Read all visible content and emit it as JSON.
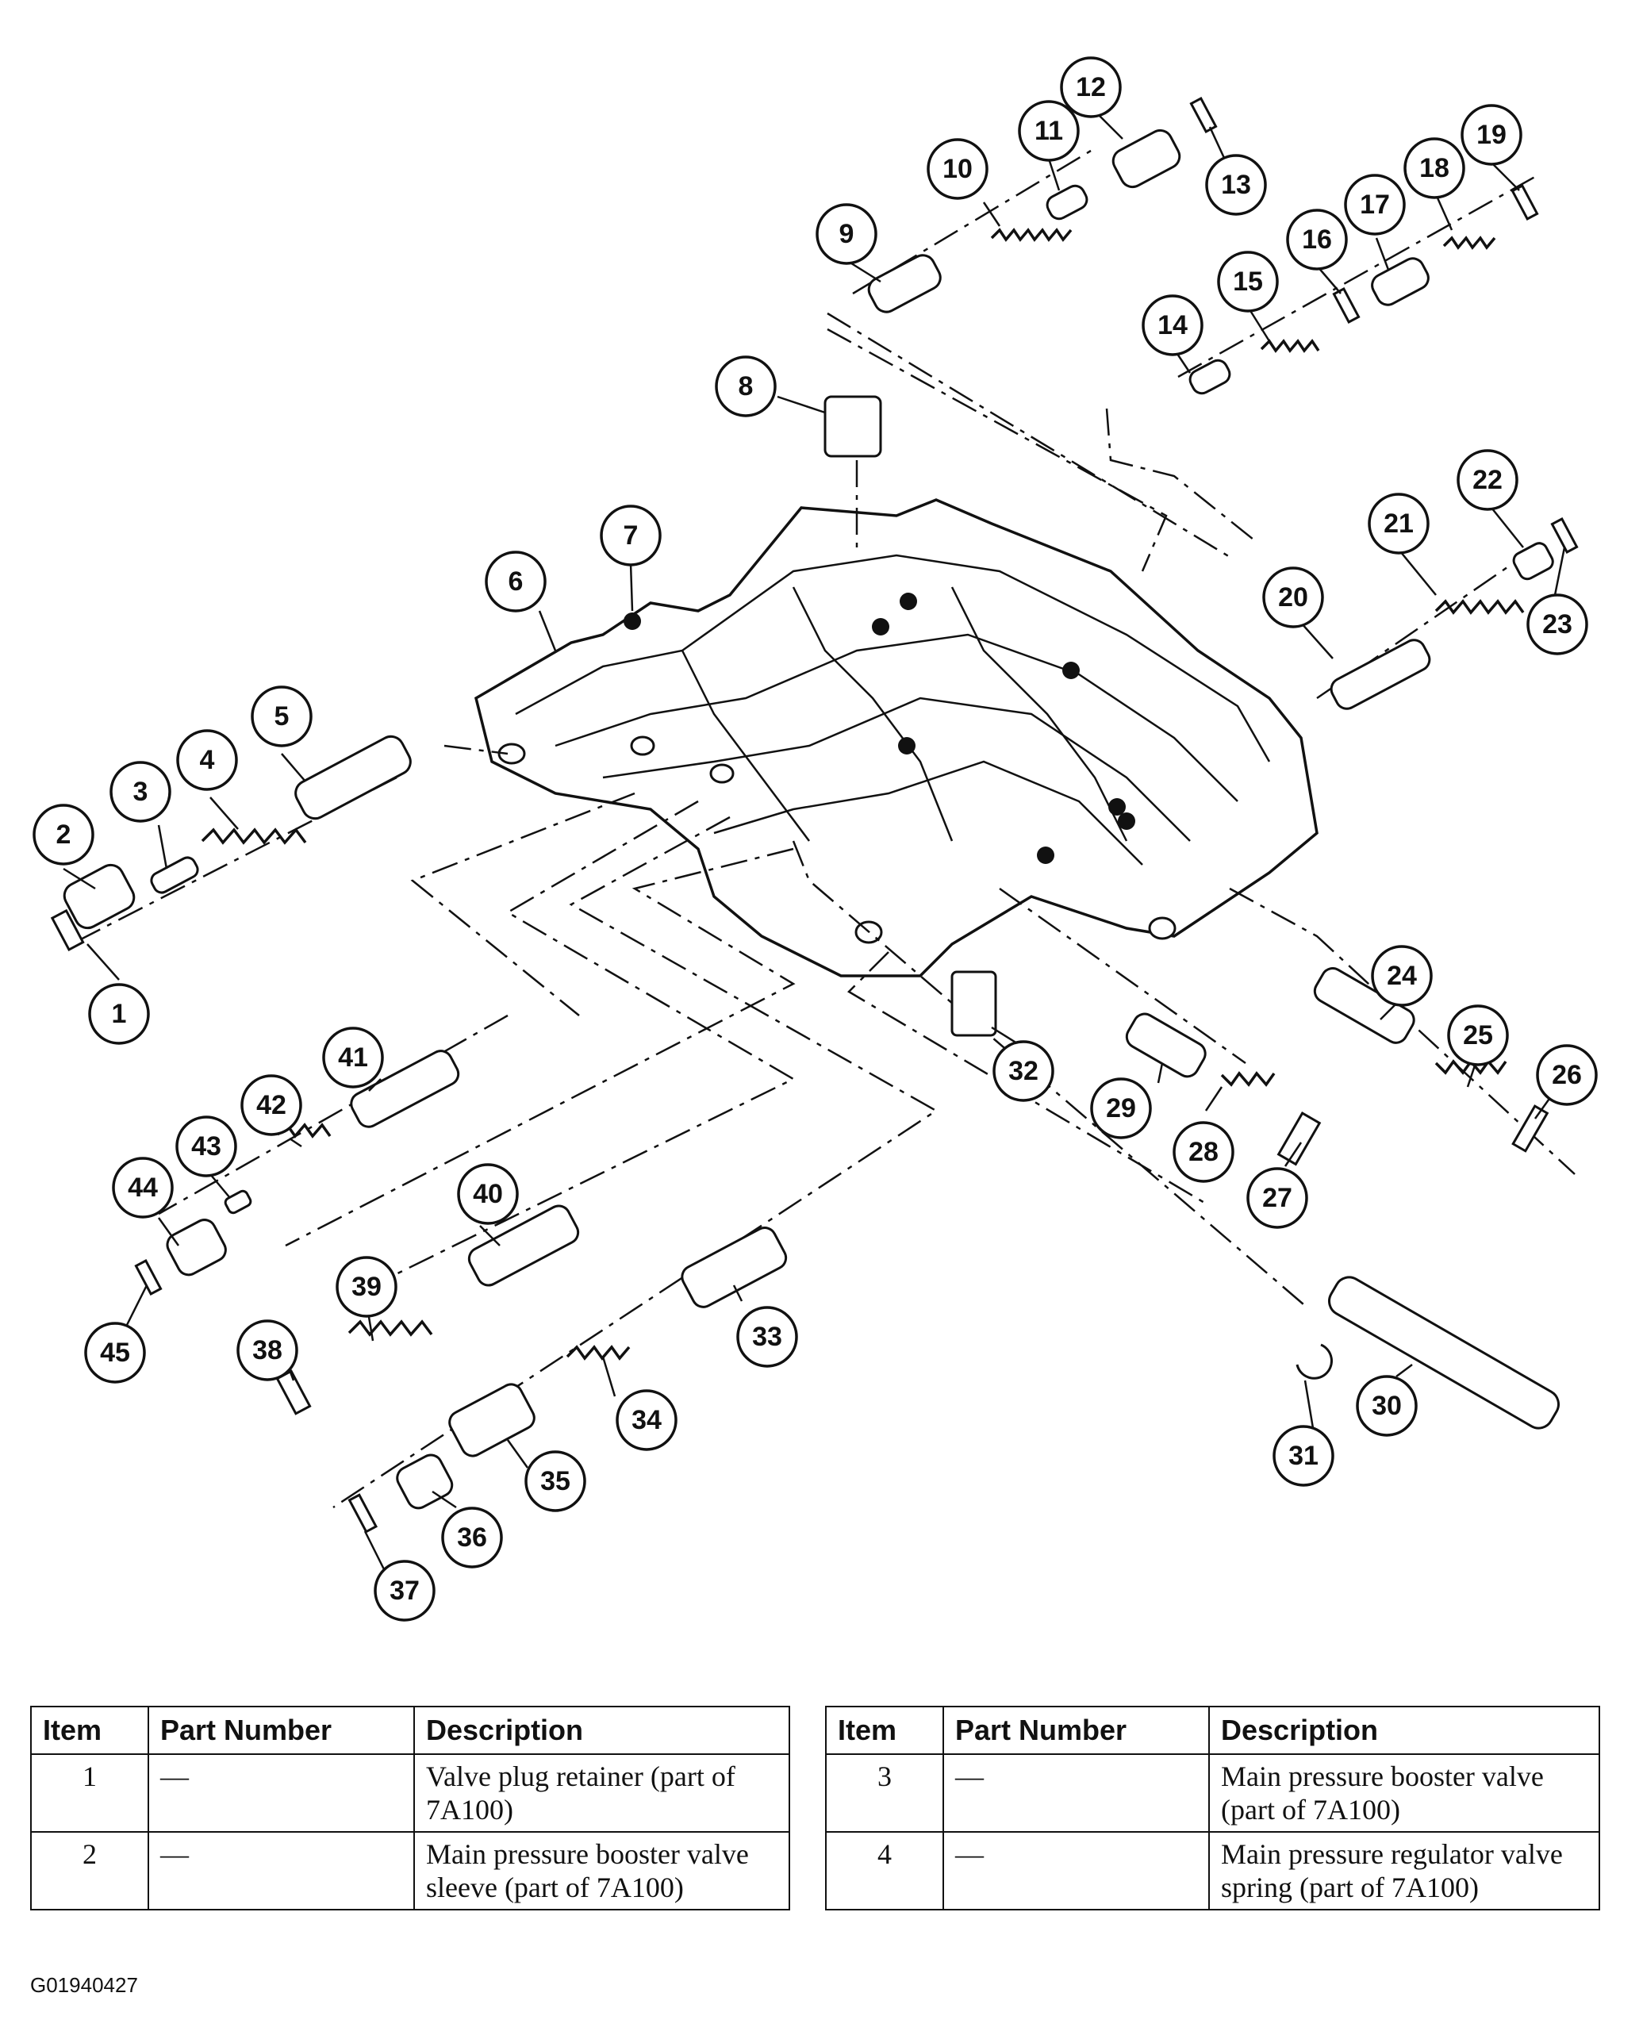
{
  "callouts": [
    "1",
    "2",
    "3",
    "4",
    "5",
    "6",
    "7",
    "8",
    "9",
    "10",
    "11",
    "12",
    "13",
    "14",
    "15",
    "16",
    "17",
    "18",
    "19",
    "20",
    "21",
    "22",
    "23",
    "24",
    "25",
    "26",
    "27",
    "28",
    "29",
    "30",
    "31",
    "32",
    "33",
    "34",
    "35",
    "36",
    "37",
    "38",
    "39",
    "40",
    "41",
    "42",
    "43",
    "44",
    "45"
  ],
  "table_headers": {
    "item": "Item",
    "part_number": "Part Number",
    "description": "Description"
  },
  "table_left": [
    {
      "item": "1",
      "part_number": "—",
      "description": "Valve plug retainer (part of 7A100)"
    },
    {
      "item": "2",
      "part_number": "—",
      "description": "Main pressure booster valve sleeve (part of 7A100)"
    }
  ],
  "table_right": [
    {
      "item": "3",
      "part_number": "—",
      "description": "Main pressure booster valve (part of 7A100)"
    },
    {
      "item": "4",
      "part_number": "—",
      "description": "Main pressure regulator valve spring (part of 7A100)"
    }
  ],
  "figure_id": "G01940427"
}
